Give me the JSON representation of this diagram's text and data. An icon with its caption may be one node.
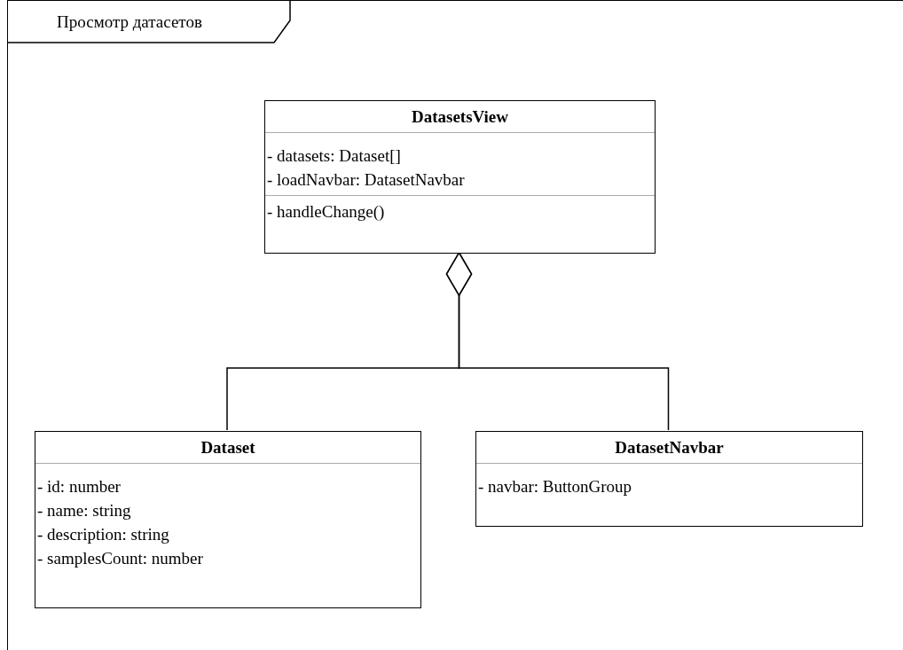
{
  "diagram": {
    "nodes": [
      {
        "text": [
          "Просмотр датасетов"
        ]
      },
      {
        "text": [
          "DatasetsView",
          "- datasets: Dataset[]",
          "- loadNavbar: DatasetNavbar",
          "- handleChange()"
        ],
        "in": 0
      },
      {
        "text": [
          "Dataset",
          "- id: number",
          "- name: string",
          "- description: string",
          "- samplesCount: number"
        ],
        "in": 0
      },
      {
        "text": [
          "DatasetNavbar",
          "- navbar: ButtonGroup"
        ],
        "in": 0
      }
    ],
    "edges": [
      {
        "from": 1,
        "to": 2,
        "arrow": "other"
      },
      {
        "from": 1,
        "to": 3,
        "arrow": "other"
      }
    ]
  }
}
